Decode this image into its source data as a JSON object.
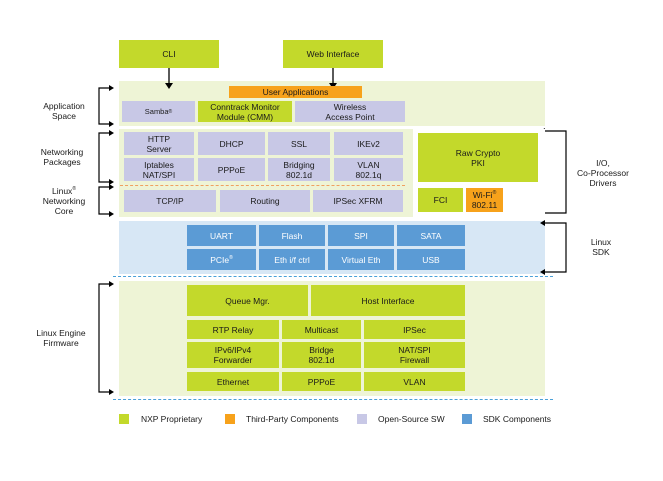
{
  "top_boxes": {
    "cli": "CLI",
    "web": "Web Interface"
  },
  "left_labels": {
    "application_space": [
      "Application",
      "Space"
    ],
    "networking_packages": [
      "Networking",
      "Packages"
    ],
    "linux_networking_core": [
      "Linux",
      "Networking",
      "Core"
    ],
    "linux_engine_firmware": [
      "Linux Engine",
      "Firmware"
    ]
  },
  "right_labels": {
    "io_coprocessor": [
      "I/O,",
      "Co-Processor",
      "Drivers"
    ],
    "linux_sdk": [
      "Linux",
      "SDK"
    ]
  },
  "application_layer": {
    "user_applications": "User Applications",
    "samba": "Samba",
    "conntrack": [
      "Conntrack Monitor",
      "Module (CMM)"
    ],
    "wireless": [
      "Wireless",
      "Access Point"
    ]
  },
  "networking_packages": [
    [
      "HTTP",
      "Server"
    ],
    [
      "DHCP"
    ],
    [
      "SSL"
    ],
    [
      "IKEv2"
    ],
    [
      "Iptables",
      "NAT/SPI"
    ],
    [
      "PPPoE"
    ],
    [
      "Bridging",
      "802.1d"
    ],
    [
      "VLAN",
      "802.1q"
    ]
  ],
  "networking_core": [
    "TCP/IP",
    "Routing",
    "IPSec XFRM"
  ],
  "coprocessor": {
    "raw_crypto": [
      "Raw Crypto",
      "PKI"
    ],
    "fci": "FCI",
    "wifi": [
      "Wi-Fi",
      "802.11"
    ]
  },
  "sdk": [
    "UART",
    "Flash",
    "SPI",
    "SATA",
    "PCIe",
    "Eth i/f ctrl",
    "Virtual Eth",
    "USB"
  ],
  "firmware": {
    "queue_mgr": "Queue Mgr.",
    "host_interface": "Host Interface",
    "cells": [
      [
        "RTP Relay"
      ],
      [
        "Multicast"
      ],
      [
        "IPSec"
      ],
      [
        "IPv6/IPv4",
        "Forwarder"
      ],
      [
        "Bridge",
        "802.1d"
      ],
      [
        "NAT/SPI",
        "Firewall"
      ],
      [
        "Ethernet"
      ],
      [
        "PPPoE"
      ],
      [
        "VLAN"
      ]
    ]
  },
  "legend": [
    {
      "label": "NXP Proprietary",
      "color": "#c3d92b"
    },
    {
      "label": "Third-Party Components",
      "color": "#f7a21b"
    },
    {
      "label": "Open-Source SW",
      "color": "#c8c8e6"
    },
    {
      "label": "SDK Components",
      "color": "#5b9bd5"
    }
  ],
  "superscripts": {
    "registered": "®"
  }
}
